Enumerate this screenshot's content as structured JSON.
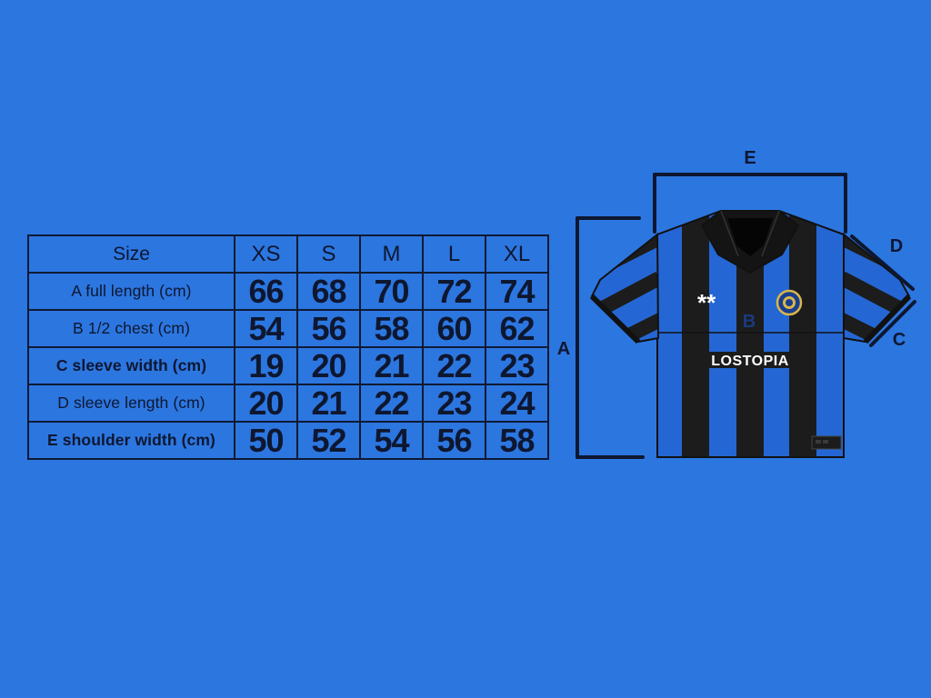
{
  "table": {
    "header_label": "Size",
    "sizes": [
      "XS",
      "S",
      "M",
      "L",
      "XL"
    ],
    "rows": [
      {
        "label": "A full length (cm)",
        "values": [
          "66",
          "68",
          "70",
          "72",
          "74"
        ]
      },
      {
        "label": "B 1/2 chest (cm)",
        "values": [
          "54",
          "56",
          "58",
          "60",
          "62"
        ]
      },
      {
        "label": "C sleeve width (cm)",
        "values": [
          "19",
          "20",
          "21",
          "22",
          "23"
        ]
      },
      {
        "label": "D sleeve length (cm)",
        "values": [
          "20",
          "21",
          "22",
          "23",
          "24"
        ]
      },
      {
        "label": "E shoulder width (cm)",
        "values": [
          "50",
          "52",
          "54",
          "56",
          "58"
        ]
      }
    ]
  },
  "diagram": {
    "dimension_letters": {
      "a": "A",
      "b": "B",
      "c": "C",
      "d": "D",
      "e": "E"
    },
    "shirt_stars": "**",
    "shirt_sponsor": "LOSTOPIA"
  },
  "colors": {
    "background": "#2C76E0",
    "ink": "#0E1730",
    "stripe_black": "#1C1C1C",
    "stripe_blue": "#2467D4"
  }
}
